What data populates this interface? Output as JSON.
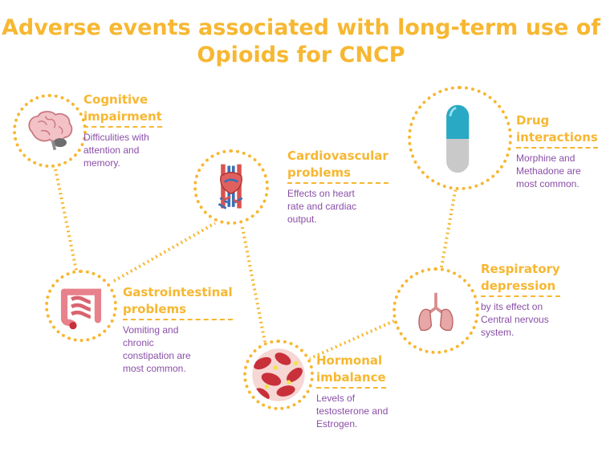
{
  "title_line1": "Adverse events associated with long-term use of",
  "title_line2": "Opioids for CNCP",
  "accent_color": "#f7b731",
  "text_color": "#8a4fa8",
  "nodes": [
    {
      "icon": "brain-icon",
      "heading": [
        "Cognitive",
        "impairment"
      ],
      "desc": [
        "Difficulities with",
        "attention and",
        "memory."
      ]
    },
    {
      "icon": "heart-icon",
      "heading": [
        "Cardiovascular",
        "problems"
      ],
      "desc": [
        "Effects on heart",
        "rate and cardiac",
        "output."
      ]
    },
    {
      "icon": "capsule-icon",
      "heading": [
        "Drug",
        "interactions"
      ],
      "desc": [
        "Morphine and",
        "Methadone are",
        "most common."
      ]
    },
    {
      "icon": "intestine-icon",
      "heading": [
        "Gastrointestinal",
        "problems"
      ],
      "desc": [
        "Vomiting and",
        "chronic",
        "constipation are",
        "most common."
      ]
    },
    {
      "icon": "blood-cells-icon",
      "heading": [
        "Hormonal",
        "imbalance"
      ],
      "desc": [
        "Levels of",
        "testosterone and",
        "Estrogen."
      ]
    },
    {
      "icon": "lungs-icon",
      "heading": [
        "Respiratory",
        "depression"
      ],
      "desc": [
        "by its effect on",
        "Central nervous",
        "system."
      ]
    }
  ]
}
